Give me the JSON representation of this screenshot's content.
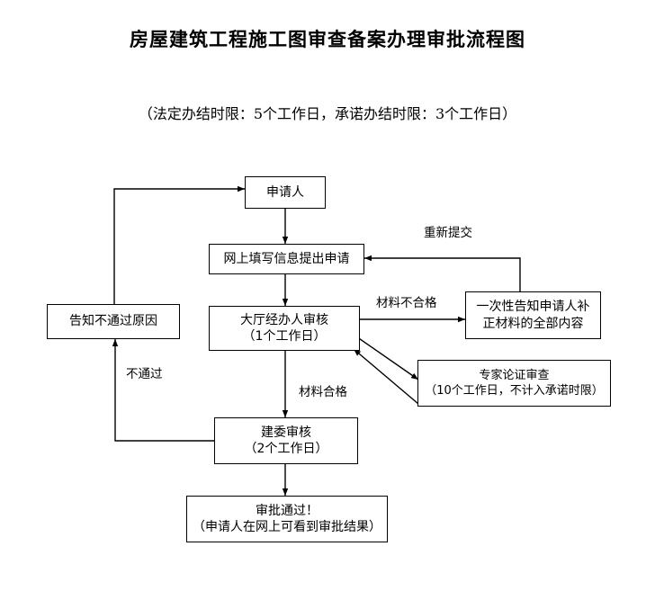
{
  "doc": {
    "title": "房屋建筑工程施工图审查备案办理审批流程图",
    "subtitle": "（法定办结时限：5个工作日，承诺办结时限：3个工作日）"
  },
  "flowchart": {
    "type": "flowchart",
    "orientation": "top-to-bottom",
    "nodes": [
      {
        "id": "applicant",
        "line1": "申请人",
        "line2": ""
      },
      {
        "id": "online-form",
        "line1": "网上填写信息提出申请",
        "line2": ""
      },
      {
        "id": "hall-review",
        "line1": "大厅经办人审核",
        "line2": "（1个工作日）"
      },
      {
        "id": "notify-fail",
        "line1": "告知不通过原因",
        "line2": ""
      },
      {
        "id": "notify-fix",
        "line1": "一次性告知申请人补",
        "line2": "正材料的全部内容"
      },
      {
        "id": "expert",
        "line1": "专家论证审查",
        "line2": "（10个工作日，不计入承诺时限）"
      },
      {
        "id": "commission",
        "line1": "建委审核",
        "line2": "（2个工作日）"
      },
      {
        "id": "approved",
        "line1": "审批通过！",
        "line2": "（申请人在网上可看到审批结果）"
      }
    ],
    "edges": [
      {
        "id": "e-resubmit",
        "label": "重新提交",
        "from": "notify-fix",
        "to": "online-form"
      },
      {
        "id": "e-unqualified",
        "label": "材料不合格",
        "from": "hall-review",
        "to": "notify-fix"
      },
      {
        "id": "e-qualified",
        "label": "材料合格",
        "from": "hall-review",
        "to": "commission"
      },
      {
        "id": "e-rejected",
        "label": "不通过",
        "from": "commission",
        "to": "notify-fail"
      },
      {
        "id": "e-restart",
        "label": "",
        "from": "notify-fail",
        "to": "applicant"
      },
      {
        "id": "e-apply",
        "label": "",
        "from": "applicant",
        "to": "online-form"
      },
      {
        "id": "e-submit",
        "label": "",
        "from": "online-form",
        "to": "hall-review"
      },
      {
        "id": "e-expert-out",
        "label": "",
        "from": "hall-review",
        "to": "expert"
      },
      {
        "id": "e-expert-in",
        "label": "",
        "from": "expert",
        "to": "hall-review"
      },
      {
        "id": "e-final",
        "label": "",
        "from": "commission",
        "to": "approved"
      }
    ],
    "colors": {
      "line": "#000000",
      "box_fill": "#ffffff",
      "text": "#000000"
    }
  }
}
